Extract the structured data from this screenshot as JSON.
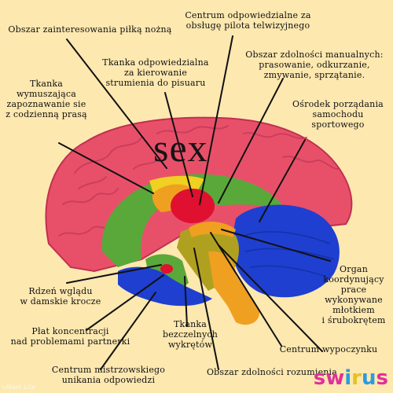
{
  "title": "sex",
  "labels": {
    "football": "Obszar zainteresowania piłką nożną",
    "remote": "Centrum odpowiedzialne za\nobsługę pilota telwizyjnego",
    "urinal": "Tkanka odpowiedzialna\nza kierowanie\nstrumienia do pisuaru",
    "manual": "Obszar zdolności manualnych:\nprasowanie, odkurzanie,\nzmywanie, sprzątanie.",
    "iron": "Tkanka\nwymuszająca\nzapoznawanie sie\nz codzienną prasą",
    "sportscar": "Ośrodek porządania\nsamochodu\nsportowego",
    "organ": "Organ\nkoordynujący\nprace\nwykonywane\nmłotkiem\ni śrubokrętem",
    "gaze": "Rdzeń wglądu\nw damskie krocze",
    "focus": "Płat koncentracji\nnad problemami partnerki",
    "mistakes": "Tkanka\nbezczelnych\nwykrętów",
    "rest": "Centrum wypoczynku",
    "avoid": "Centrum mistrzowskiego\nunikania odpowiedzi",
    "reason": "Obszar zdolności rozumienia"
  },
  "logo": {
    "letters": [
      "s",
      "w",
      "i",
      "r",
      "u",
      "s"
    ],
    "colors": [
      "#e0309a",
      "#e0309a",
      "#2b9be0",
      "#e8c020",
      "#2b9be0",
      "#e0309a"
    ]
  },
  "watermark": "uMark Lite",
  "colors": {
    "background": "#fde8b0",
    "cortex": "#e8506a",
    "green": "#5aa83a",
    "red": "#e01030",
    "blue": "#1f3fd0",
    "orange": "#f0a020",
    "olive": "#b0a020"
  }
}
